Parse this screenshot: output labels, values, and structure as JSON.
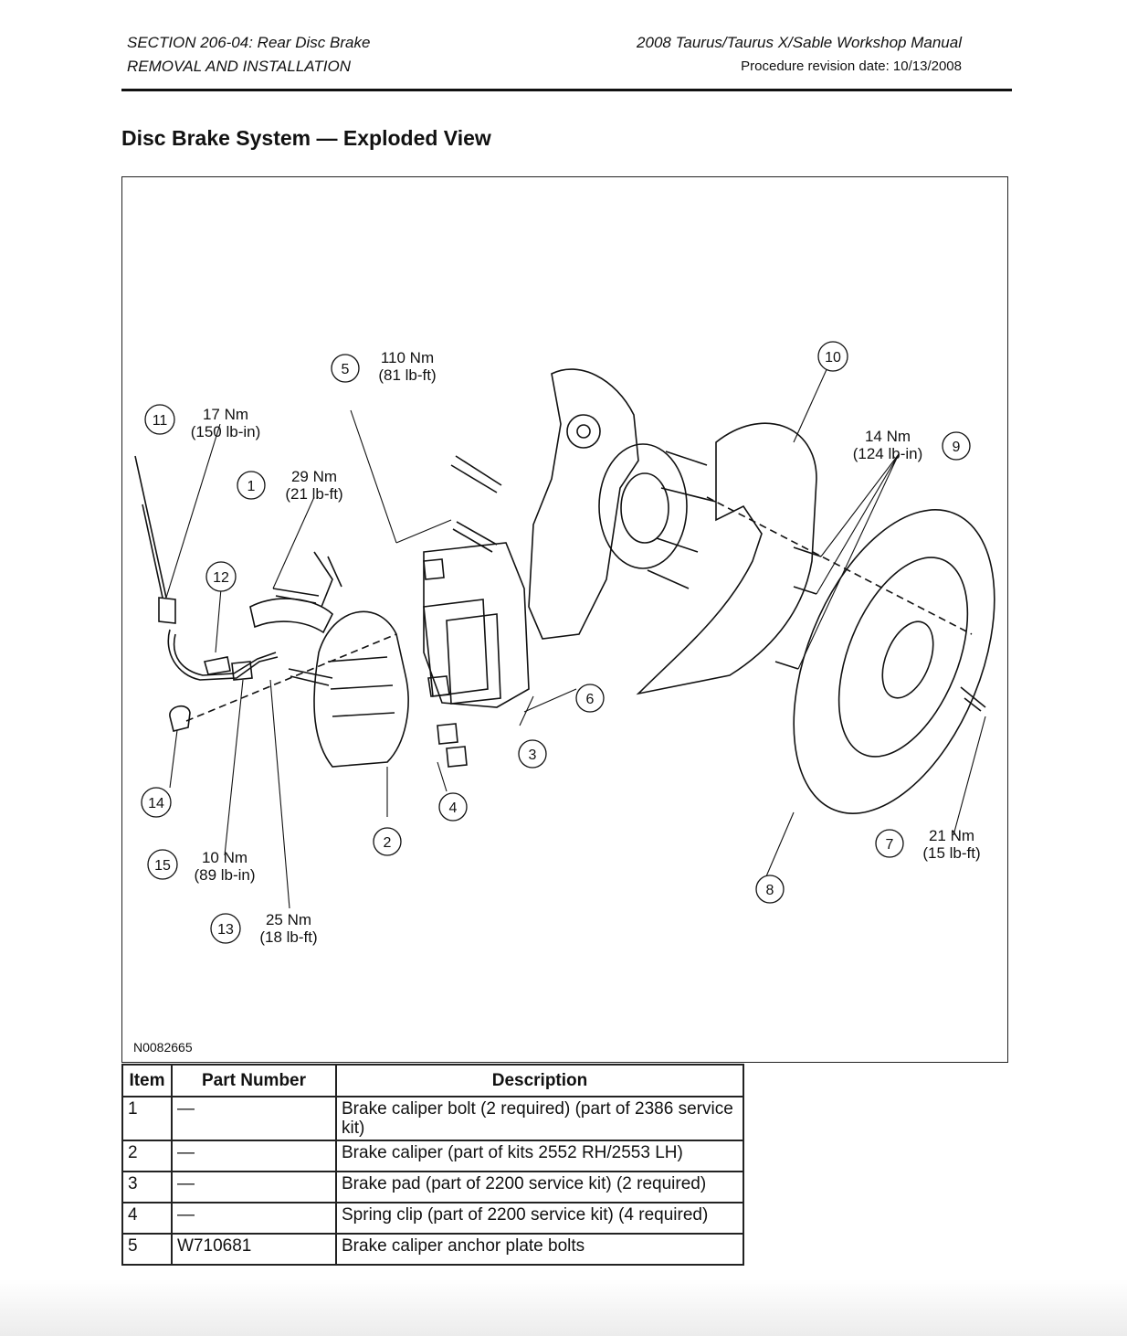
{
  "header": {
    "section": "SECTION 206-04: Rear Disc Brake",
    "procedure_type": "REMOVAL AND INSTALLATION",
    "manual": "2008 Taurus/Taurus X/Sable Workshop Manual",
    "revision": "Procedure revision date: 10/13/2008"
  },
  "title": "Disc Brake System — Exploded View",
  "figure": {
    "id": "N0082665",
    "callouts": [
      {
        "num": "1",
        "torque_nm": "29 Nm",
        "torque_imp": "(21 lb-ft)"
      },
      {
        "num": "2"
      },
      {
        "num": "3"
      },
      {
        "num": "4"
      },
      {
        "num": "5",
        "torque_nm": "110 Nm",
        "torque_imp": "(81 lb-ft)"
      },
      {
        "num": "6"
      },
      {
        "num": "7",
        "torque_nm": "21 Nm",
        "torque_imp": "(15 lb-ft)"
      },
      {
        "num": "8"
      },
      {
        "num": "9",
        "torque_nm": "14 Nm",
        "torque_imp": "(124 lb-in)"
      },
      {
        "num": "10"
      },
      {
        "num": "11",
        "torque_nm": "17 Nm",
        "torque_imp": "(150 lb-in)"
      },
      {
        "num": "12"
      },
      {
        "num": "13",
        "torque_nm": "25 Nm",
        "torque_imp": "(18 lb-ft)"
      },
      {
        "num": "14"
      },
      {
        "num": "15",
        "torque_nm": "10 Nm",
        "torque_imp": "(89 lb-in)"
      }
    ]
  },
  "table": {
    "headers": [
      "Item",
      "Part Number",
      "Description"
    ],
    "rows": [
      {
        "item": "1",
        "part": "—",
        "desc": "Brake caliper bolt (2 required) (part of 2386 service kit)"
      },
      {
        "item": "2",
        "part": "—",
        "desc": "Brake caliper (part of kits 2552 RH/2553 LH)"
      },
      {
        "item": "3",
        "part": "—",
        "desc": "Brake pad (part of 2200 service kit) (2 required)"
      },
      {
        "item": "4",
        "part": "—",
        "desc": "Spring clip (part of 2200 service kit) (4 required)"
      },
      {
        "item": "5",
        "part": "W710681",
        "desc": "Brake caliper anchor plate bolts"
      }
    ]
  }
}
